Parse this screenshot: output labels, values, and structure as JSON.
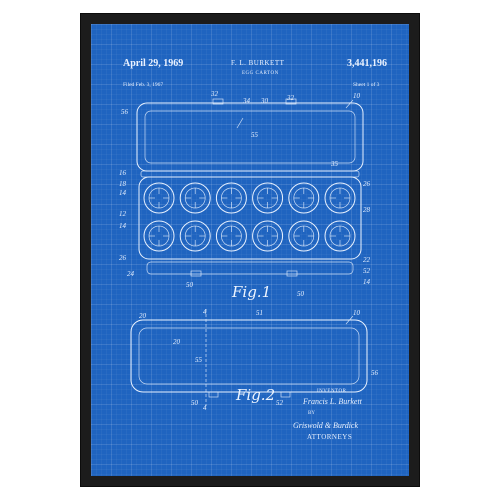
{
  "header": {
    "date": "April 29, 1969",
    "inventor": "F. L. BURKETT",
    "patent_number": "3,441,196",
    "subtitle": "EGG CARTON",
    "filed": "Filed Feb. 3, 1967",
    "sheet": "Sheet 1 of 3"
  },
  "figures": {
    "fig1": "Fig.1",
    "fig2": "Fig.2"
  },
  "signature": {
    "inventor_label": "INVENTOR",
    "inventor_name": "Francis L. Burkett",
    "by": "BY",
    "attorney_firm": "Griswold & Burdick",
    "attorneys": "ATTORNEYS"
  },
  "references": {
    "r56a": "56",
    "r32a": "32",
    "r34": "34",
    "r30": "30",
    "r32b": "32",
    "r10a": "10",
    "r55a": "55",
    "r16": "16",
    "r35": "35",
    "r18": "18",
    "r14a": "14",
    "r26a": "26",
    "r12": "12",
    "r14b": "14",
    "r28": "28",
    "r26b": "26",
    "r24": "24",
    "r22": "22",
    "r50a": "50",
    "r50b": "50",
    "r52a": "52",
    "r14c": "14",
    "r20a": "20",
    "r4a": "4",
    "r51": "51",
    "r10b": "10",
    "r20b": "20",
    "r55b": "55",
    "r56b": "56",
    "r50c": "50",
    "r52b": "52",
    "r4b": "4"
  }
}
